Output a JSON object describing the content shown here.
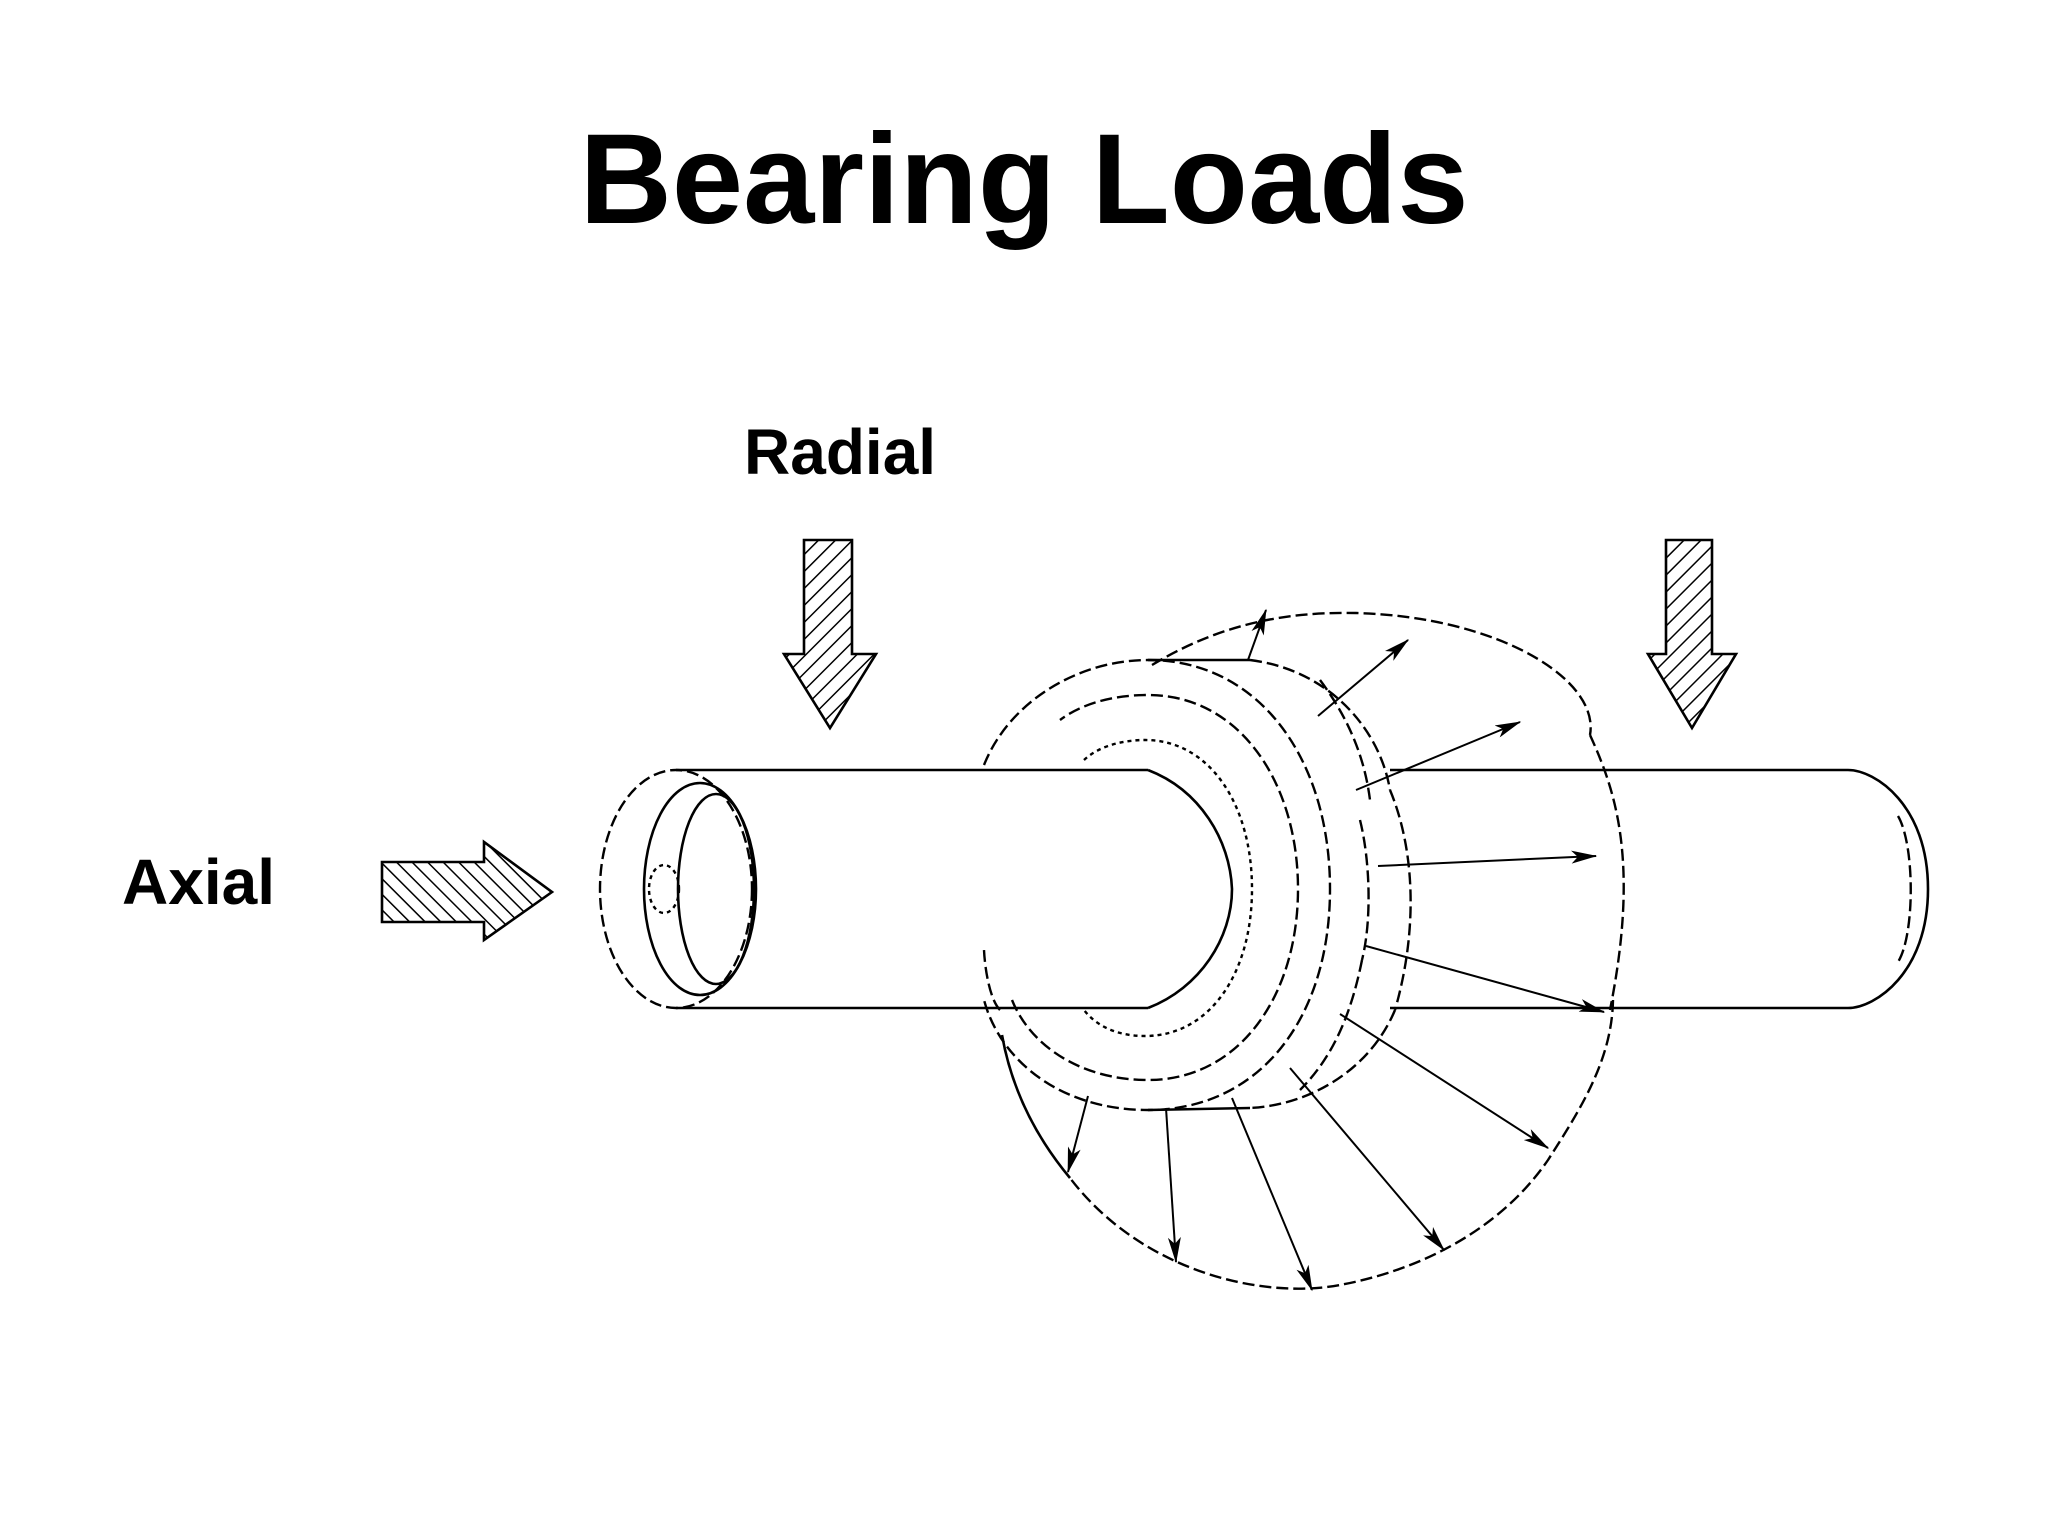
{
  "title": "Bearing Loads",
  "labels": {
    "radial": "Radial",
    "axial": "Axial"
  },
  "colors": {
    "ink": "#000000",
    "background": "#ffffff"
  }
}
